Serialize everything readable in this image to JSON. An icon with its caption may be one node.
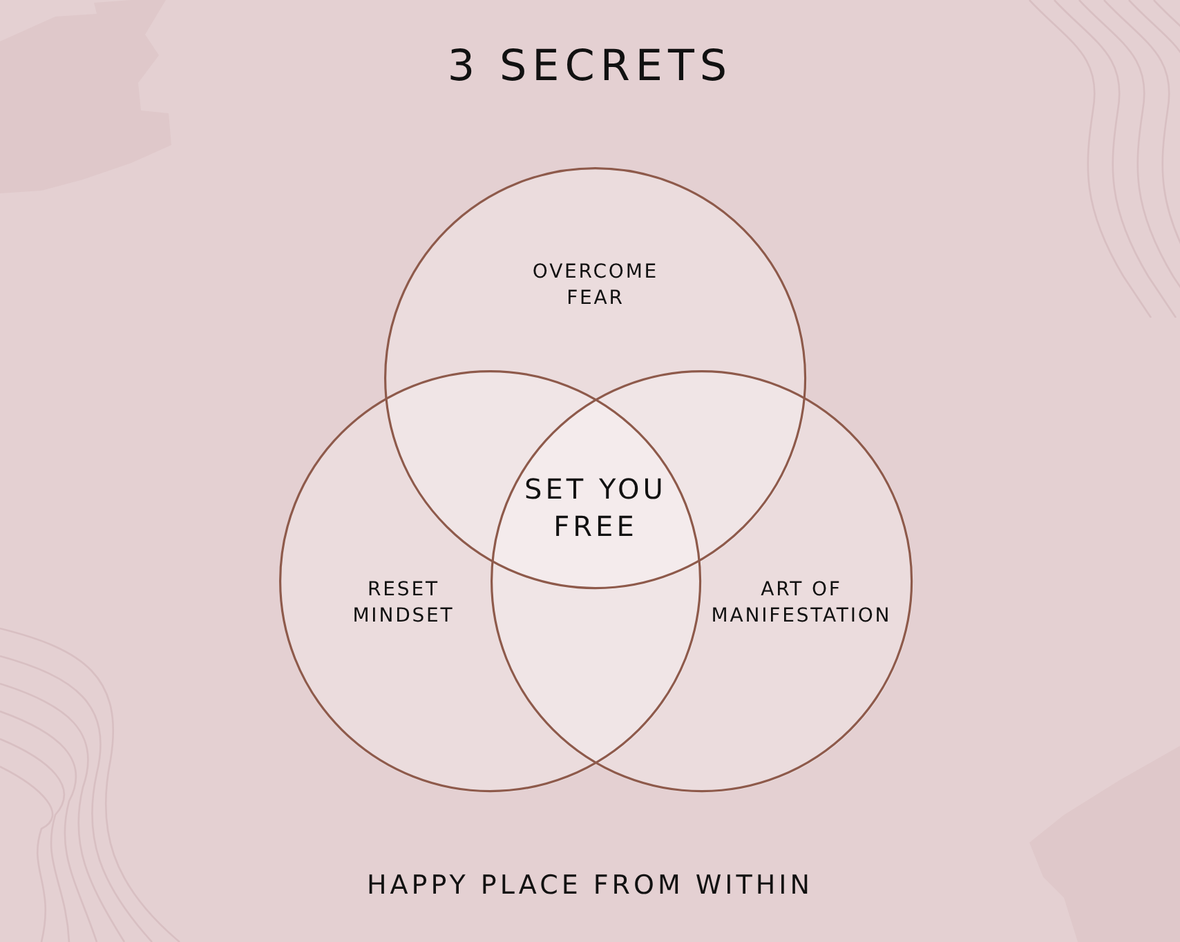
{
  "diagram": {
    "title": "3 SECRETS",
    "caption": "HAPPY PLACE FROM WITHIN",
    "nodes": [
      {
        "text": [
          "OVERCOME FEAR"
        ]
      },
      {
        "text": [
          "RESET MINDSET"
        ]
      },
      {
        "text": [
          "ART OF MANIFESTATION"
        ]
      },
      {
        "text": [
          "SET YOU FREE"
        ]
      }
    ]
  }
}
